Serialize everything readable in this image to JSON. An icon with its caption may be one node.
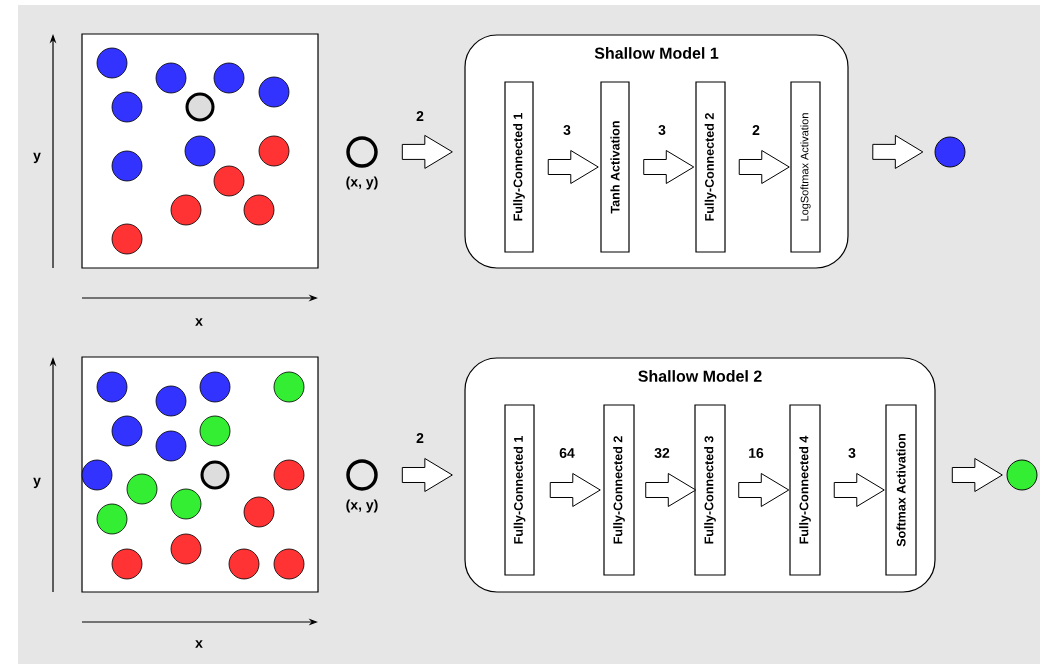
{
  "diagram": {
    "nodes": [
      {
        "text": [],
        "shape": "circle",
        "beside": [
          "(x, y)"
        ]
      },
      {
        "text": [
          "Shallow Model 1"
        ]
      },
      {
        "text": [
          "Fully-Connected 1"
        ],
        "in": 1
      },
      {
        "text": [
          "Tanh Activation"
        ],
        "in": 1
      },
      {
        "text": [
          "Fully-Connected 2"
        ],
        "in": 1
      },
      {
        "text": [
          "LogSoftmax Activation"
        ],
        "in": 1
      },
      {
        "text": [],
        "shape": "circle"
      },
      {
        "text": [],
        "shape": "circle",
        "beside": [
          "(x, y)"
        ]
      },
      {
        "text": [
          "Shallow Model 2"
        ]
      },
      {
        "text": [
          "Fully-Connected 1"
        ],
        "in": 8
      },
      {
        "text": [
          "Fully-Connected 2"
        ],
        "in": 8
      },
      {
        "text": [
          "Fully-Connected 3"
        ],
        "in": 8
      },
      {
        "text": [
          "Fully-Connected 4"
        ],
        "in": 8
      },
      {
        "text": [
          "Softmax Activation"
        ],
        "in": 8
      },
      {
        "text": [],
        "shape": "circle"
      }
    ],
    "edges": [
      {
        "from": 0,
        "to": 1,
        "arrow": "to",
        "label": "2"
      },
      {
        "from": 2,
        "to": 3,
        "arrow": "to",
        "label": "3"
      },
      {
        "from": 3,
        "to": 4,
        "arrow": "to",
        "label": "3"
      },
      {
        "from": 4,
        "to": 5,
        "arrow": "to",
        "label": "2"
      },
      {
        "from": 1,
        "to": 6,
        "arrow": "to"
      },
      {
        "from": 7,
        "to": 8,
        "arrow": "to",
        "label": "2"
      },
      {
        "from": 9,
        "to": 10,
        "arrow": "to",
        "label": "64"
      },
      {
        "from": 10,
        "to": 11,
        "arrow": "to",
        "label": "32"
      },
      {
        "from": 11,
        "to": 12,
        "arrow": "to",
        "label": "16"
      },
      {
        "from": 12,
        "to": 13,
        "arrow": "to",
        "label": "3"
      },
      {
        "from": 8,
        "to": 14,
        "arrow": "to"
      }
    ],
    "labels": [
      "y",
      "x",
      "y",
      "x"
    ]
  }
}
